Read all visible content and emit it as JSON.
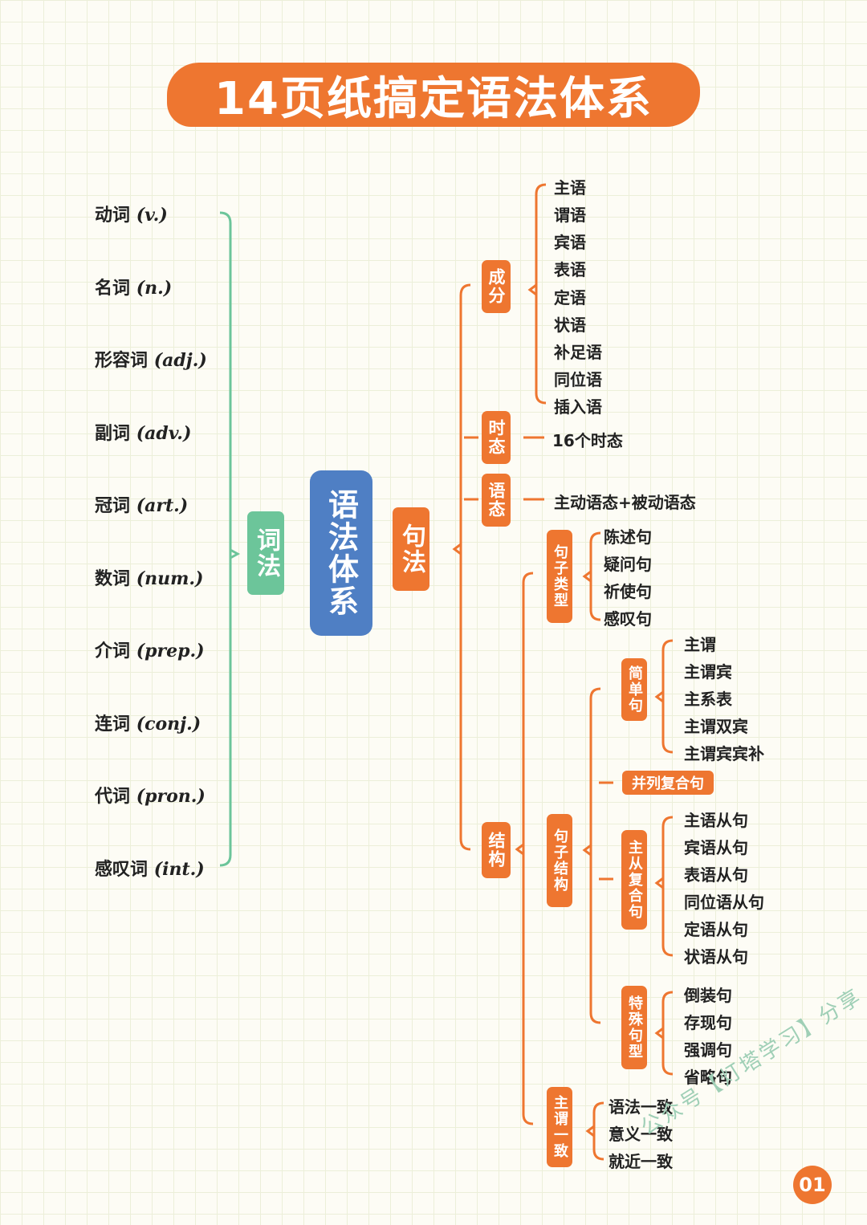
{
  "title": "14页纸搞定语法体系",
  "root": "语法体系",
  "cifa": {
    "label": "词法",
    "items": [
      {
        "zh": "动词",
        "en": "(v.)"
      },
      {
        "zh": "名词",
        "en": "(n.)"
      },
      {
        "zh": "形容词",
        "en": "(adj.)"
      },
      {
        "zh": "副词",
        "en": "(adv.)"
      },
      {
        "zh": "冠词",
        "en": "(art.)"
      },
      {
        "zh": "数词",
        "en": "(num.)"
      },
      {
        "zh": "介词",
        "en": "(prep.)"
      },
      {
        "zh": "连词",
        "en": "(conj.)"
      },
      {
        "zh": "代词",
        "en": "(pron.)"
      },
      {
        "zh": "感叹词",
        "en": "(int.)"
      }
    ]
  },
  "jufa": {
    "label": "句法",
    "chengfen": {
      "label": "成分",
      "items": [
        "主语",
        "谓语",
        "宾语",
        "表语",
        "定语",
        "状语",
        "补足语",
        "同位语",
        "插入语"
      ]
    },
    "shitai": {
      "label": "时态",
      "items": [
        "16个时态"
      ]
    },
    "yutai": {
      "label": "语态",
      "items": [
        "主动语态+被动语态"
      ]
    },
    "jiegou": {
      "label": "结构",
      "juzileixing": {
        "label": "句子类型",
        "items": [
          "陈述句",
          "疑问句",
          "祈使句",
          "感叹句"
        ]
      },
      "juzijiegou": {
        "label": "句子结构",
        "jiandanju": {
          "label": "简单句",
          "items": [
            "主谓",
            "主谓宾",
            "主系表",
            "主谓双宾",
            "主谓宾宾补"
          ]
        },
        "binglie": {
          "label": "并列复合句"
        },
        "zhucong": {
          "label": "主从复合句",
          "items": [
            "主语从句",
            "宾语从句",
            "表语从句",
            "同位语从句",
            "定语从句",
            "状语从句"
          ]
        },
        "teshu": {
          "label": "特殊句型",
          "items": [
            "倒装句",
            "存现句",
            "强调句",
            "省略句"
          ]
        }
      },
      "zhuweiyizhi": {
        "label": "主谓一致",
        "items": [
          "语法一致",
          "意义一致",
          "就近一致"
        ]
      }
    }
  },
  "watermark": "公众号【灯塔学习】分享",
  "page_number": "01",
  "colors": {
    "orange": "#ee7630",
    "green": "#6cc59a",
    "blue": "#4f7fc4"
  }
}
